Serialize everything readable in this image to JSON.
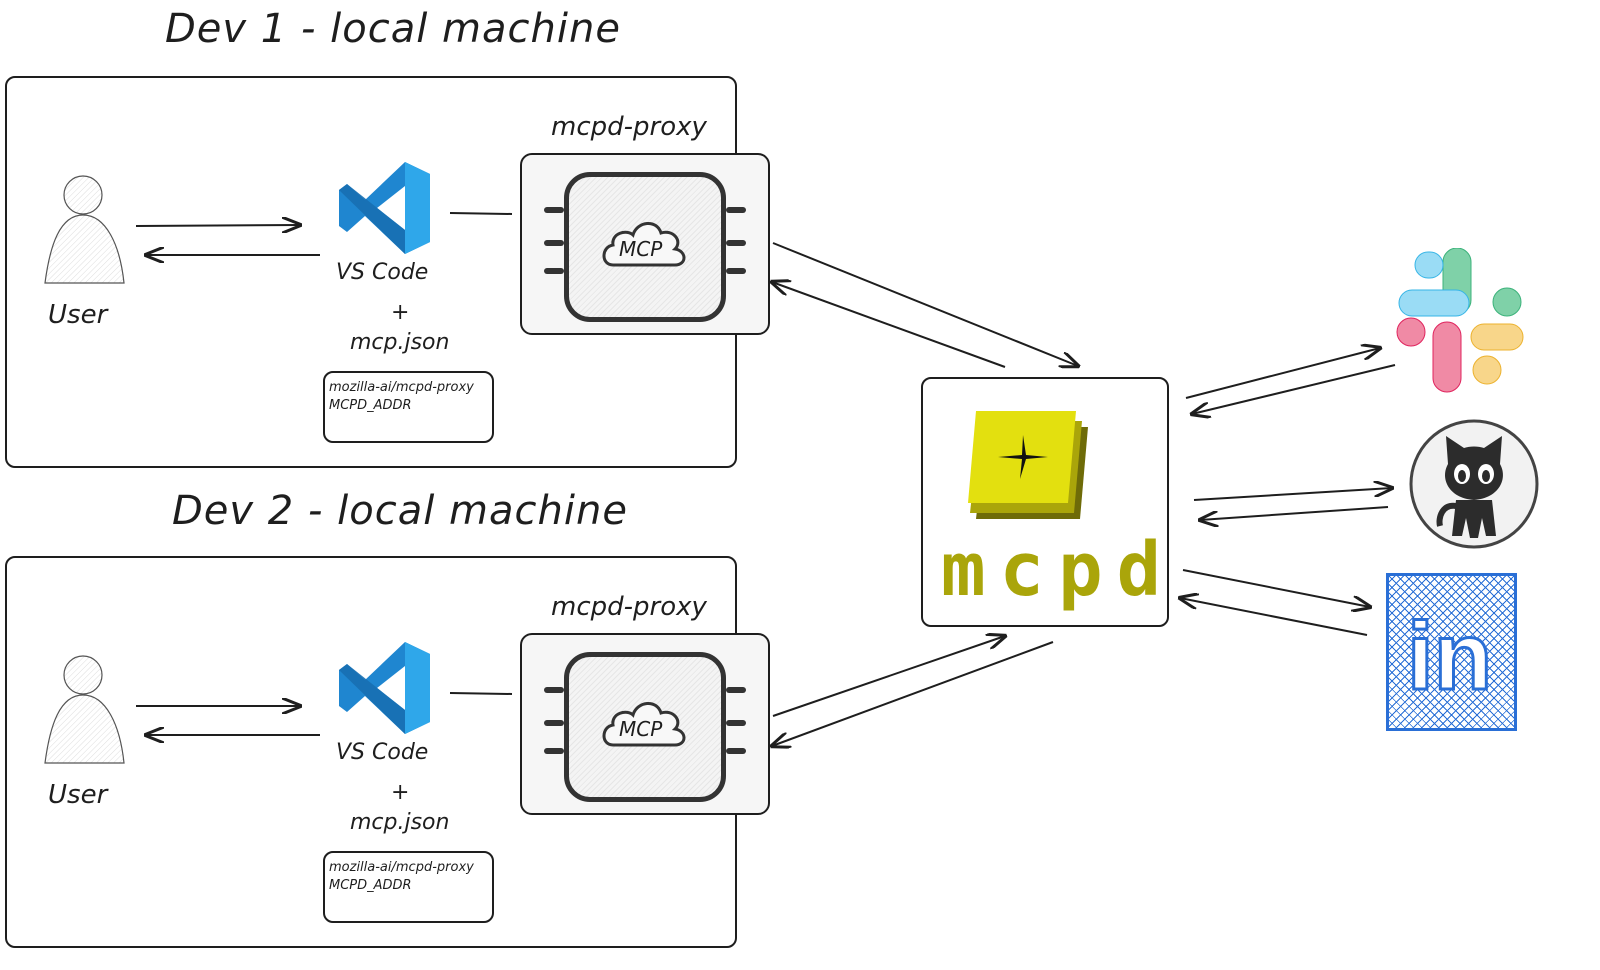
{
  "dev1": {
    "title": "Dev 1 - local machine",
    "user_label": "User",
    "vscode_label": "VS Code",
    "plus": "+",
    "json_label": "mcp.json",
    "json_lines": [
      "mozilla-ai/mcpd-proxy",
      "MCPD_ADDR"
    ],
    "proxy_label": "mcpd-proxy",
    "chip_label": "MCP"
  },
  "dev2": {
    "title": "Dev 2 - local machine",
    "user_label": "User",
    "vscode_label": "VS Code",
    "plus": "+",
    "json_label": "mcp.json",
    "json_lines": [
      "mozilla-ai/mcpd-proxy",
      "MCPD_ADDR"
    ],
    "proxy_label": "mcpd-proxy",
    "chip_label": "MCP"
  },
  "mcpd": {
    "name": "mcpd",
    "colors": {
      "yellow": "#e3e00f",
      "olive": "#aaa50a",
      "dark": "#6e6b08"
    }
  },
  "services": [
    {
      "name": "Slack",
      "icon": "slack-icon"
    },
    {
      "name": "GitHub",
      "icon": "github-icon"
    },
    {
      "name": "LinkedIn",
      "icon": "linkedin-icon",
      "text": "in",
      "color": "#2a6fd6"
    }
  ]
}
